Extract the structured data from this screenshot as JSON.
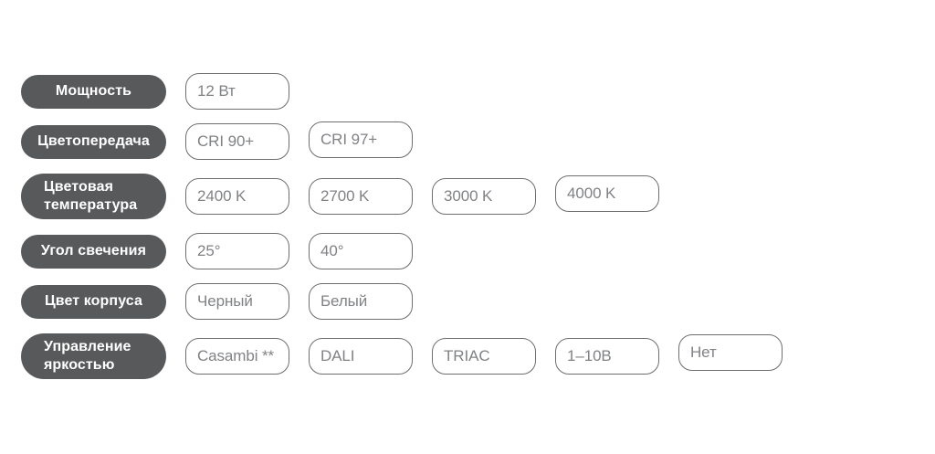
{
  "page": {
    "background": "#ffffff"
  },
  "colors": {
    "label_background": "#58595b",
    "label_text": "#ffffff",
    "pill_border": "#6d6e71",
    "pill_text": "#808285"
  },
  "rows": [
    {
      "label": "Мощность",
      "options": [
        "12 Вт"
      ]
    },
    {
      "label": "Цветопередача",
      "options": [
        "CRI 90+",
        "CRI 97+"
      ]
    },
    {
      "label": "Цветовая\nтемпература",
      "options": [
        "2400 K",
        "2700 K",
        "3000 K",
        "4000 K"
      ]
    },
    {
      "label": "Угол свечения",
      "options": [
        "25°",
        "40°"
      ]
    },
    {
      "label": "Цвет корпуса",
      "options": [
        "Черный",
        "Белый"
      ]
    },
    {
      "label": "Управление\nяркостью",
      "options": [
        "Casambi **",
        "DALI",
        "TRIAC",
        "1–10В",
        "Нет"
      ]
    }
  ]
}
